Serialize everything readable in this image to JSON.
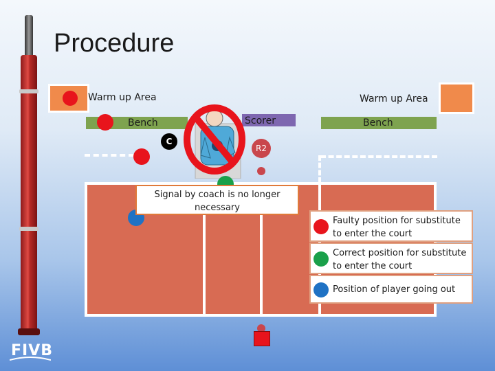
{
  "title": "Procedure",
  "warmup_left_label": "Warm up Area",
  "warmup_right_label": "Warm up Area",
  "bench_left_label": "Bench",
  "bench_right_label": "Bench",
  "scorer_label": "Scorer",
  "coach_label": "C",
  "referee_label": "R2",
  "callout_text": "Signal by coach is no longer necessary",
  "legend": [
    {
      "color": "#e8141c",
      "text": "Faulty position for substitute to enter the court"
    },
    {
      "color": "#1aa04a",
      "text": "Correct position for substitute to enter the court"
    },
    {
      "color": "#1f72c4",
      "text": "Position of player going out"
    }
  ],
  "logo_text": "FIVB",
  "colors": {
    "warmup_box_fill": "#f08a4b",
    "bench": "#7ea34f",
    "scorer": "#7e67b0",
    "court": "#d86b53",
    "no_symbol": "#e8141c"
  },
  "icons": [
    "no-symbol-icon",
    "referee-whistle-icon",
    "volleyball-pole"
  ]
}
